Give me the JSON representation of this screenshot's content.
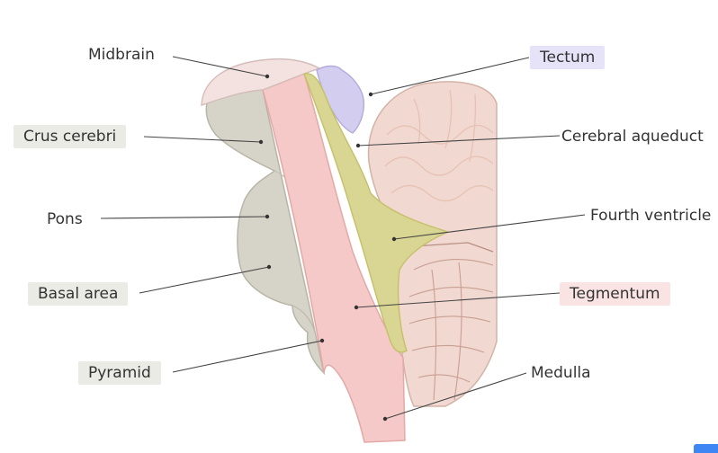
{
  "colors": {
    "tectum": "#d3ceef",
    "tegmentum": "#f5c9c7",
    "basal": "#d6d4c9",
    "ventricle": "#d9d592",
    "cerebellum": "#f1d8d0",
    "tag_gray": "#ebebe5",
    "tag_purple": "#e6e2f8",
    "tag_pink": "#fae4e3"
  },
  "labels": {
    "midbrain": "Midbrain",
    "crus_cerebri": "Crus cerebri",
    "pons": "Pons",
    "basal_area": "Basal area",
    "pyramid": "Pyramid",
    "tectum": "Tectum",
    "cerebral_aqueduct": "Cerebral aqueduct",
    "fourth_ventricle": "Fourth ventricle",
    "tegmentum": "Tegmentum",
    "medulla": "Medulla"
  }
}
